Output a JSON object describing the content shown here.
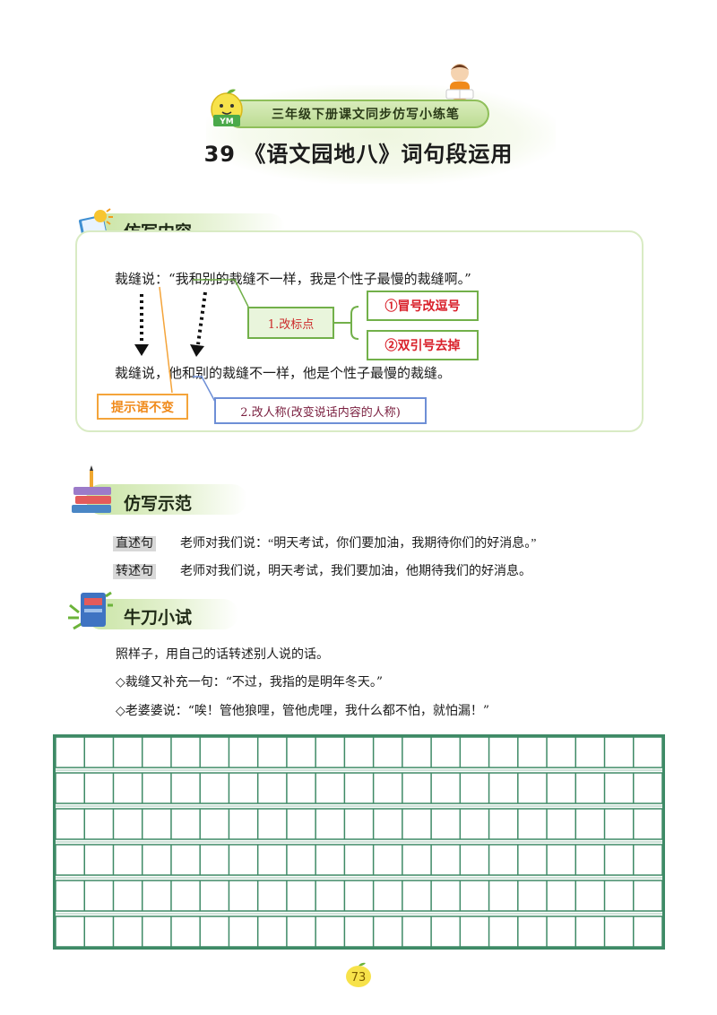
{
  "header": {
    "series": "三年级下册课文同步仿写小练笔",
    "title": "39 《语文园地八》词句段运用",
    "lemon_letters": "YM"
  },
  "section1": {
    "title": "仿写内容",
    "original": "裁缝说：“我和别的裁缝不一样，我是个性子最慢的裁缝啊。”",
    "rewritten": "裁缝说，他和别的裁缝不一样，他是个性子最慢的裁缝。",
    "point1": "1.改标点",
    "point1a": "①冒号改逗号",
    "point1b": "②双引号去掉",
    "tip": "提示语不变",
    "point2": "2.改人称(改变说话内容的人称)"
  },
  "section2": {
    "title": "仿写示范",
    "rows": [
      {
        "label": "直述句",
        "text": "老师对我们说：“明天考试，你们要加油，我期待你们的好消息。”"
      },
      {
        "label": "转述句",
        "text": "老师对我们说，明天考试，我们要加油，他期待我们的好消息。"
      }
    ]
  },
  "section3": {
    "title": "牛刀小试",
    "instruction": "照样子，用自己的话转述别人说的话。",
    "q1": "◇裁缝又补充一句：“不过，我指的是明年冬天。”",
    "q2": "◇老婆婆说：“唉！管他狼哩，管他虎哩，我什么都不怕，就怕漏！”"
  },
  "grid": {
    "rows": 6,
    "cols": 21
  },
  "page_number": "73",
  "colors": {
    "accent_green": "#72b04a",
    "grid_green": "#3e8a66",
    "orange": "#f4a43a",
    "red": "#d9202a",
    "blue": "#6e8fd6"
  }
}
